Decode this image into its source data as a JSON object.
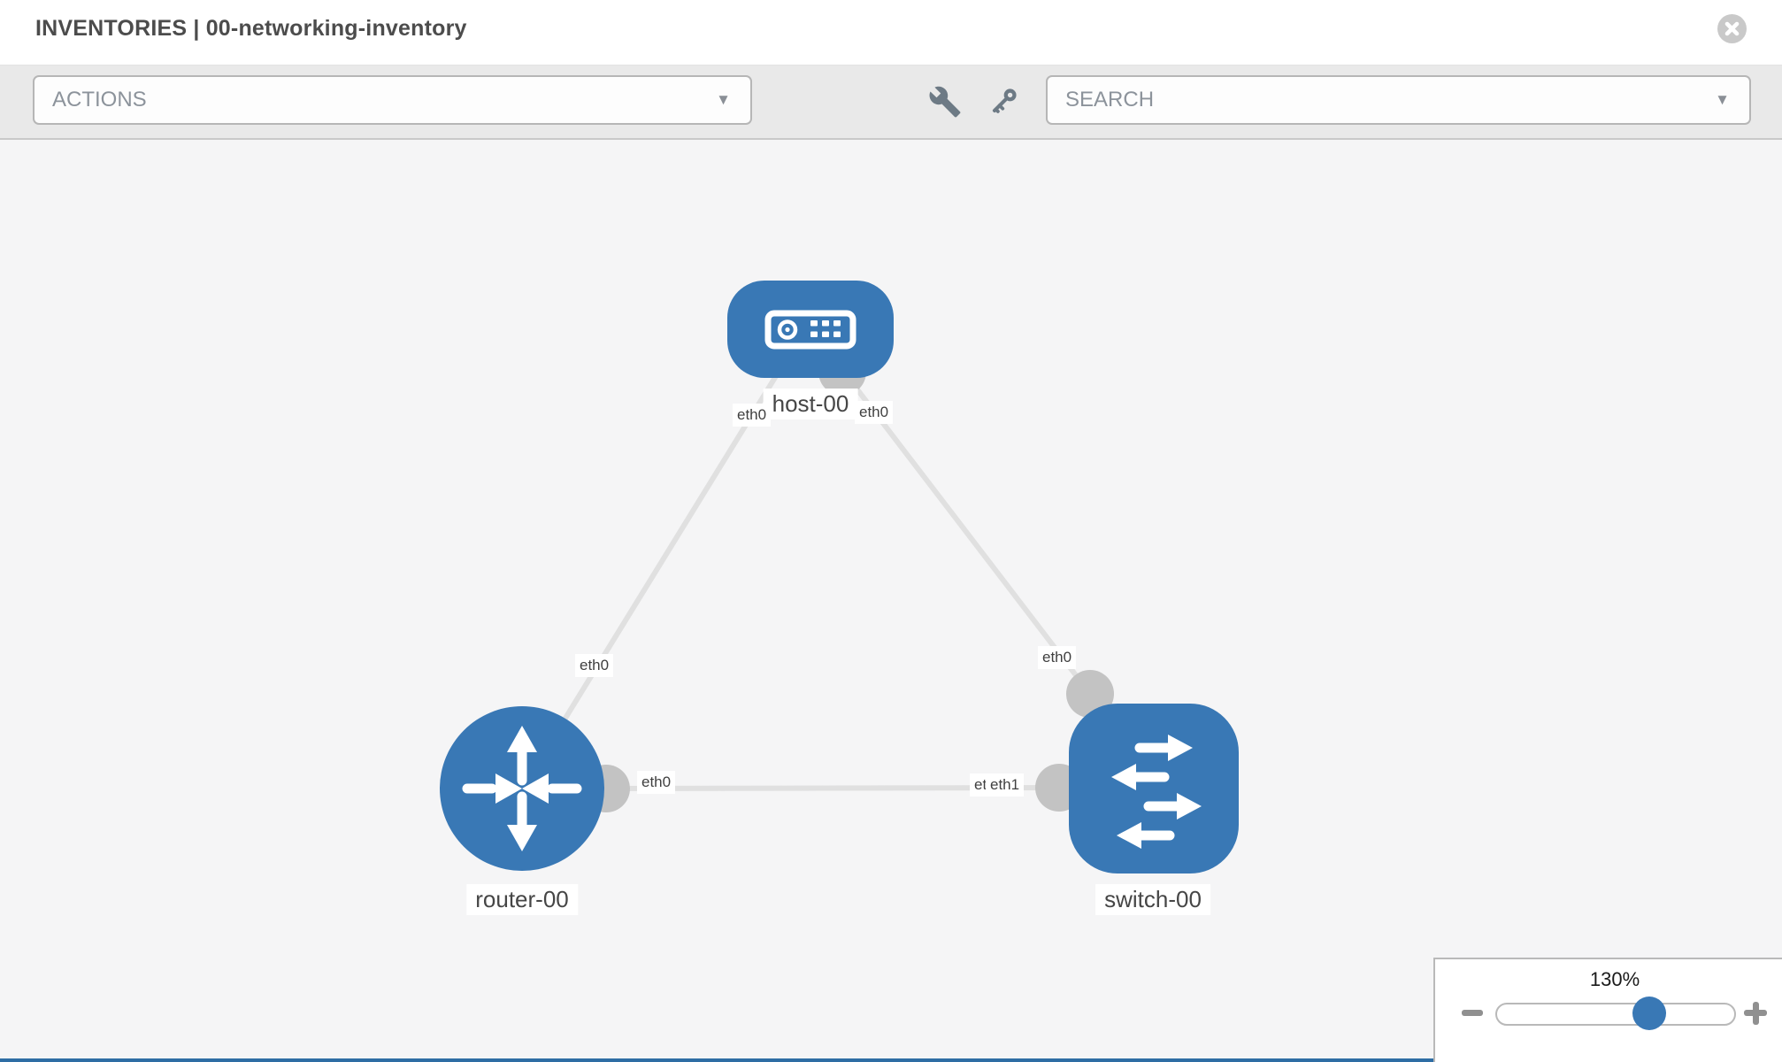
{
  "header": {
    "title": "INVENTORIES | 00-networking-inventory"
  },
  "toolbar": {
    "actions_dropdown": {
      "value": "ACTIONS"
    },
    "search_dropdown": {
      "value": "SEARCH"
    },
    "caret_glyph": "▼"
  },
  "topology": {
    "nodes": [
      {
        "label": "host-00",
        "type": "host"
      },
      {
        "label": "router-00",
        "type": "router"
      },
      {
        "label": "switch-00",
        "type": "switch"
      }
    ],
    "node_labels": {
      "host": "host-00",
      "router": "router-00",
      "switch": "switch-00"
    },
    "links": [
      {
        "from": "host-00",
        "to": "router-00",
        "from_iface": "eth0",
        "to_iface": "eth0"
      },
      {
        "from": "host-00",
        "to": "switch-00",
        "from_iface": "eth0",
        "to_iface": "eth0"
      },
      {
        "from": "router-00",
        "to": "switch-00",
        "from_iface": "eth0",
        "to_iface": "eth1"
      }
    ],
    "iface_labels": {
      "host_left": "eth0",
      "host_right": "eth0",
      "router_top": "eth0",
      "switch_top": "eth0",
      "router_right": "eth0",
      "switch_left_back": "eth0",
      "switch_left_front": "eth1"
    }
  },
  "zoom_control": {
    "level": "130%"
  },
  "colors": {
    "node_blue": "#3978b5",
    "port_gray": "#c3c3c3",
    "link_gray": "#e0e0e0",
    "bottom_strip": "#2e6da4"
  }
}
